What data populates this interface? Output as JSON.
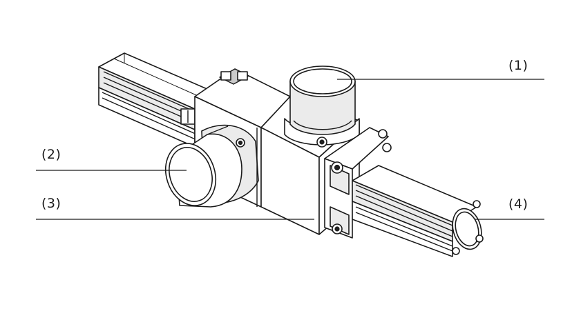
{
  "labels": [
    {
      "id": "1",
      "text": "(1)"
    },
    {
      "id": "2",
      "text": "(2)"
    },
    {
      "id": "3",
      "text": "(3)"
    },
    {
      "id": "4",
      "text": "(4)"
    }
  ]
}
